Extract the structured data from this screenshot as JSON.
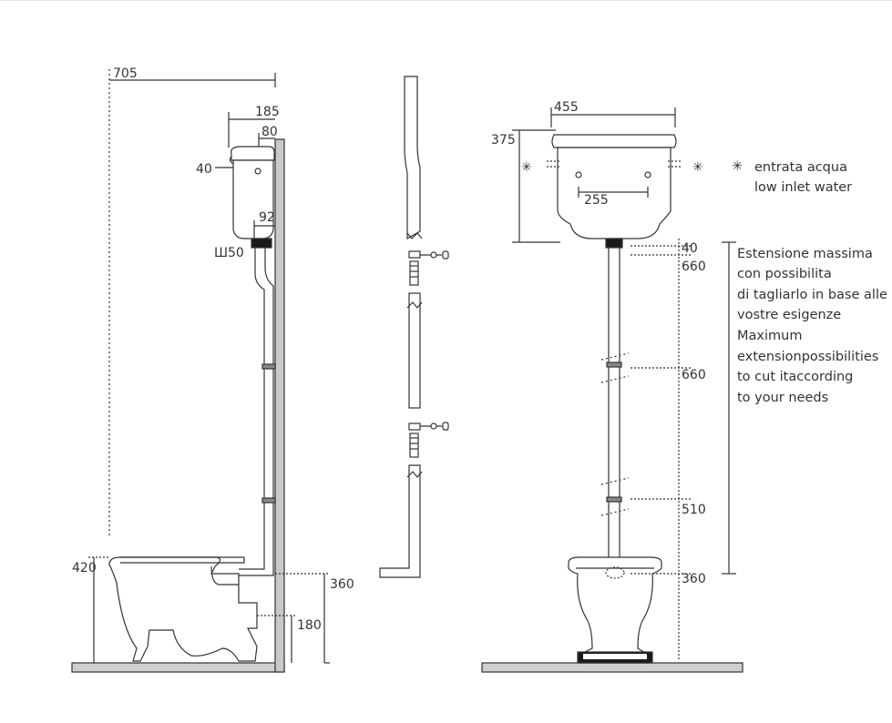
{
  "colors": {
    "line": "#333333",
    "wall": "#c9c9c9",
    "floor": "#cfcfcf",
    "tank_fill": "#ffffff",
    "dark_cap": "#1a1a1a"
  },
  "side_view": {
    "overall_depth": "705",
    "tank_depth": "185",
    "tank_top_offset": "80",
    "inlet_offset": "40",
    "pipe_offset": "92",
    "pipe_diameter": "Ш50",
    "bowl_height": "420",
    "outlet_height": "360",
    "waste_height": "180"
  },
  "front_view": {
    "tank_width": "455",
    "tank_height": "375",
    "hole_spacing": "255",
    "seg_1": "40",
    "seg_2": "660",
    "seg_3": "660",
    "seg_4": "510",
    "seg_5": "360",
    "inlet_marker": "✳"
  },
  "legend": {
    "marker": "✳",
    "line1": "entrata acqua",
    "line2": "low inlet water"
  },
  "note": {
    "lines": [
      "Estensione massima",
      "con possibilita",
      "di tagliarlo in base alle",
      "vostre esigenze",
      "Maximum",
      "extensionpossibilities",
      "to cut itaccording",
      "to your needs"
    ]
  }
}
